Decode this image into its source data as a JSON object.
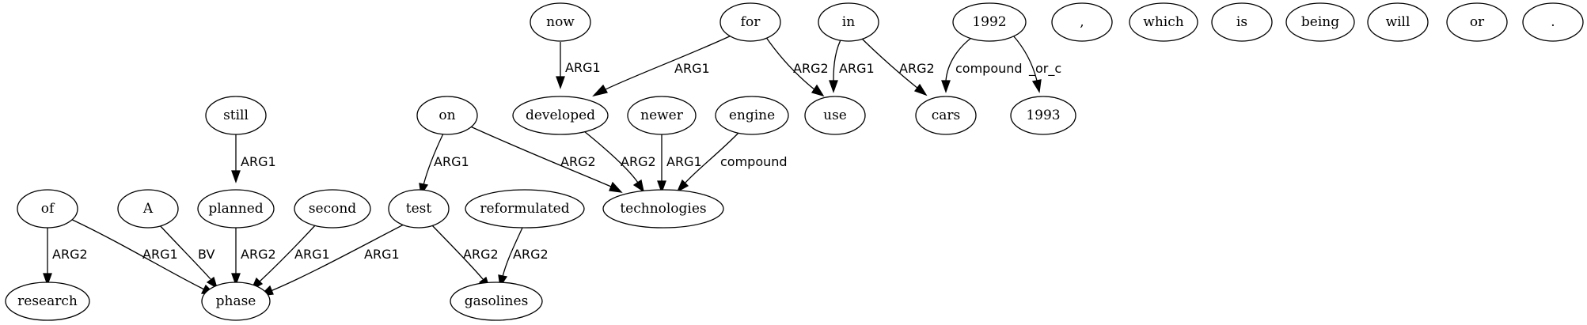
{
  "nodes": {
    "now": "now",
    "for": "for",
    "in": "in",
    "y1992": "1992",
    "comma": ",",
    "which": "which",
    "is": "is",
    "being": "being",
    "will": "will",
    "or": "or",
    "period": ".",
    "still": "still",
    "on": "on",
    "developed": "developed",
    "newer": "newer",
    "engine": "engine",
    "use": "use",
    "cars": "cars",
    "y1993": "1993",
    "of": "of",
    "a": "A",
    "planned": "planned",
    "second": "second",
    "test": "test",
    "reformulated": "reformulated",
    "technologies": "technologies",
    "research": "research",
    "phase": "phase",
    "gasolines": "gasolines"
  },
  "edges": {
    "now_developed": "ARG1",
    "for_developed": "ARG1",
    "for_use": "ARG2",
    "in_use": "ARG1",
    "in_cars": "ARG2",
    "y1992_cars": "compound",
    "y1992_y1993": "_or_c",
    "still_planned": "ARG1",
    "on_test": "ARG1",
    "on_technologies": "ARG2",
    "developed_technologies": "ARG2",
    "newer_technologies": "ARG1",
    "engine_technologies": "compound",
    "of_research": "ARG2",
    "of_phase": "ARG1",
    "a_phase": "BV",
    "planned_phase": "ARG2",
    "second_phase": "ARG1",
    "test_phase": "ARG1",
    "test_gasolines": "ARG2",
    "reformulated_gasolines": "ARG2"
  }
}
